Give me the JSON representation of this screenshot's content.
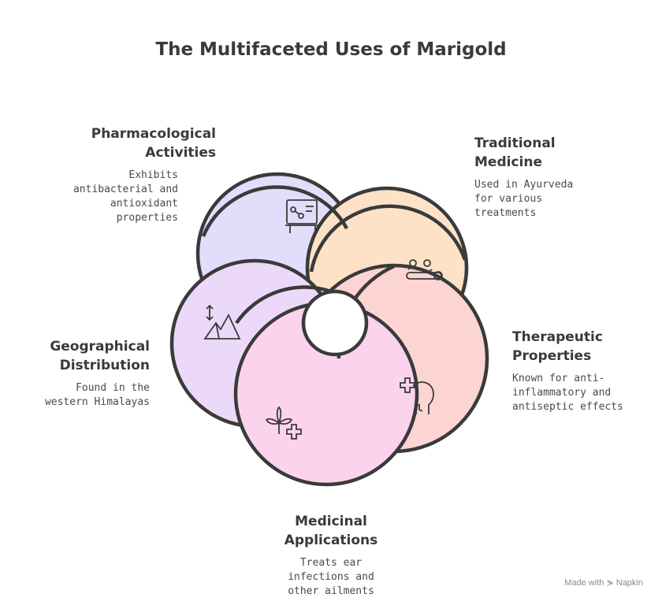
{
  "title": "The Multifaceted Uses of Marigold",
  "sections": {
    "pharmacological": {
      "heading": "Pharmacological\nActivities",
      "description": "Exhibits\nantibacterial and\nantioxidant\nproperties",
      "color": "#e3dcfb",
      "icon": "lab-equipment-icon"
    },
    "traditional": {
      "heading": "Traditional\nMedicine",
      "description": "Used in Ayurveda\nfor various\ntreatments",
      "color": "#fde2c8",
      "icon": "massage-therapy-icon"
    },
    "therapeutic": {
      "heading": "Therapeutic\nProperties",
      "description": "Known for anti-\ninflammatory and\nantiseptic effects",
      "color": "#fcd5d2",
      "icon": "mental-health-icon"
    },
    "medicinal": {
      "heading": "Medicinal\nApplications",
      "description": "Treats ear\ninfections and\nother ailments",
      "color": "#fbd3ec",
      "icon": "medical-cannabis-icon"
    },
    "geographical": {
      "heading": "Geographical\nDistribution",
      "description": "Found in the\nwestern Himalayas",
      "color": "#ecd9fa",
      "icon": "mountain-elevation-icon"
    }
  },
  "footer": {
    "text": "Made with ⋟ Napkin"
  }
}
